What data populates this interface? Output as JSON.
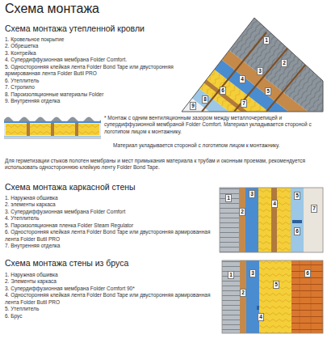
{
  "diagram": {
    "title": "Схема монтажа",
    "labels": [
      "Схема монтажа утепленной кровли",
      "1. Кровельное покрытие",
      "2. Обрешетка",
      "3. Контрейка",
      "4. Супердиффузионная мембрана Folder Comfort.",
      "5. Односторонняя клейкая лента Folder Bond Tape или двусторонняя армированная лента Folder Butil PRO",
      "6. Утеплитель",
      "7. Стропило",
      "8. Пароизоляционные материалы Folder",
      "9. Внутренняя отделка",
      "1",
      "2",
      "3",
      "4",
      "5",
      "6",
      "7",
      "8",
      "9",
      "* Монтаж с одним вентиляционным зазором между металлочерепицей и супердиффузионной мембраной Folder Comfort. Материал укладывается стороной с логотипом лицом к монтажнику.",
      "Материал укладывается стороной с логотипом лицом к монтажнику.",
      "Для герметизации стыков полотен мембраны и мест примыкания материала к трубам и оконным проемам, рекомендуется использовать одностороннюю клейкую ленту Folder Bond Tape.",
      "Схема монтажа каркасной стены",
      "1. Наружная обшивка",
      "2. элементы каркаса",
      "3. Супердиффузионная мембрана Folder Comfort",
      "4. Утеплитель",
      "5. Пароизоляционная пленка Folder Steam Regulator",
      "6. Односторонняя клейкая лента Folder Bond Tape или двусторонняя армированная лента Folder Butil PRO",
      "7. Внутренняя отделка",
      "1",
      "2",
      "3",
      "4",
      "5",
      "6",
      "7",
      "Схема монтажа стены из бруса",
      "1. Наружная обшивка",
      "2. Элементы каркаса",
      "3. Супердиффузионная мембрана Folder Comfort 90*",
      "4. Односторонняя клейкая лента Folder Bond Tape или двусторонняя армированная лента Folder Butil PRO",
      "5. Утеплитель",
      "6. Брус",
      "1",
      "2",
      "3",
      "4",
      "5",
      "6"
    ]
  }
}
